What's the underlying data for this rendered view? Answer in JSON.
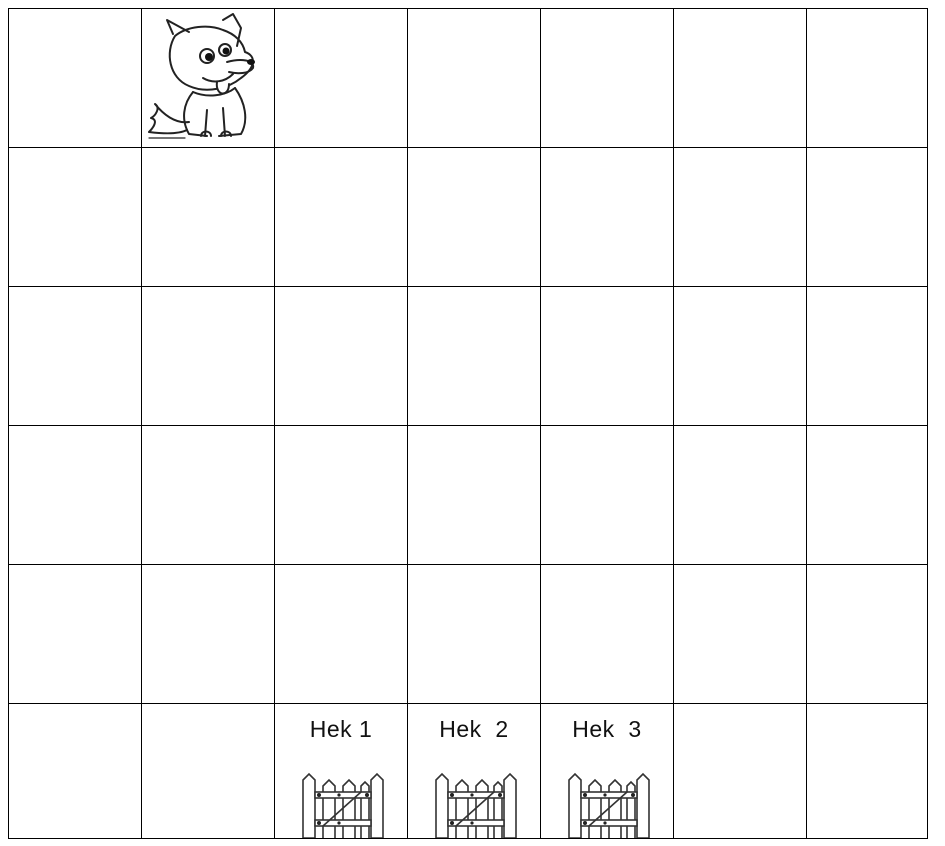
{
  "grid": {
    "rows": 6,
    "cols": 7
  },
  "gates": [
    {
      "label": "Hek 1",
      "icon": "gate-icon"
    },
    {
      "label": "Hek  2",
      "icon": "gate-icon"
    },
    {
      "label": "Hek  3",
      "icon": "gate-icon"
    }
  ],
  "character": {
    "icon": "dog-icon"
  }
}
